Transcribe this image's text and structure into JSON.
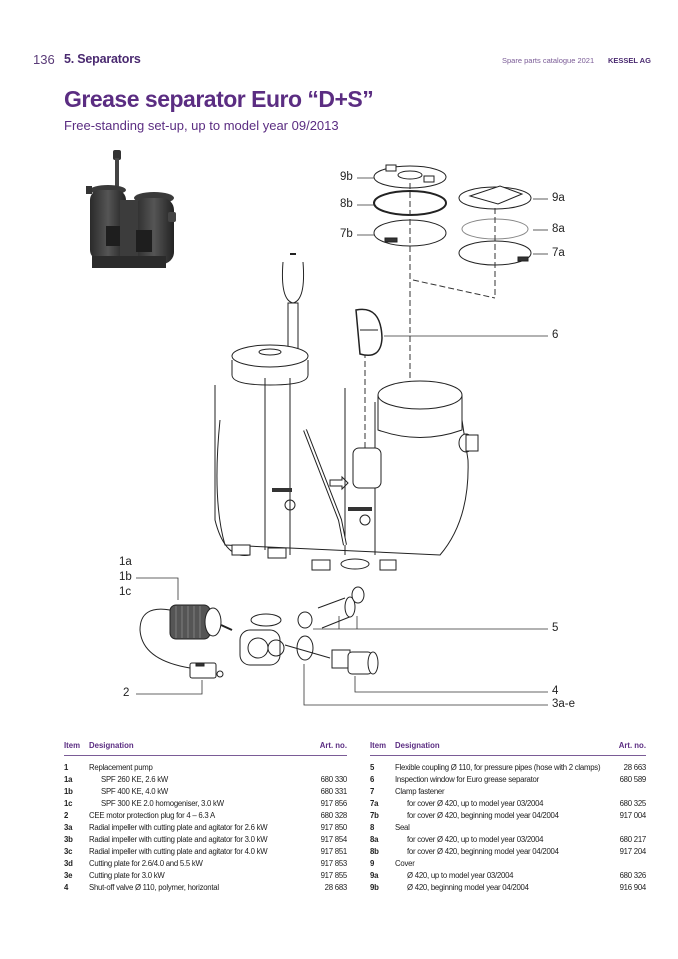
{
  "header": {
    "page_number": "136",
    "section": "5. Separators",
    "catalogue": "Spare parts catalogue 2021",
    "company": "KESSEL AG"
  },
  "title": "Grease separator Euro “D+S”",
  "subtitle": "Free-standing set-up, up to model year 09/2013",
  "diagram": {
    "callouts": {
      "c9b": "9b",
      "c8b": "8b",
      "c7b": "7b",
      "c9a": "9a",
      "c8a": "8a",
      "c7a": "7a",
      "c6": "6",
      "c1a": "1a",
      "c1b": "1b",
      "c1c": "1c",
      "c5": "5",
      "c2": "2",
      "c4": "4",
      "c3ae": "3a-e"
    }
  },
  "table_headers": {
    "item": "Item",
    "designation": "Designation",
    "art_no": "Art. no."
  },
  "parts_left": [
    {
      "item": "1",
      "designation": "Replacement pump",
      "art_no": "",
      "sub": false
    },
    {
      "item": "1a",
      "designation": "SPF 260 KE, 2.6 kW",
      "art_no": "680 330",
      "sub": true
    },
    {
      "item": "1b",
      "designation": "SPF 400 KE, 4.0 kW",
      "art_no": "680 331",
      "sub": true
    },
    {
      "item": "1c",
      "designation": "SPF 300 KE 2.0 homogeniser, 3.0 kW",
      "art_no": "917 856",
      "sub": true
    },
    {
      "item": "2",
      "designation": "CEE motor protection plug for 4 – 6.3 A",
      "art_no": "680 328",
      "sub": false
    },
    {
      "item": "3a",
      "designation": "Radial impeller with cutting plate and agitator for 2.6 kW",
      "art_no": "917 850",
      "sub": false
    },
    {
      "item": "3b",
      "designation": "Radial impeller with cutting plate and agitator for 3.0 kW",
      "art_no": "917 854",
      "sub": false
    },
    {
      "item": "3c",
      "designation": "Radial impeller with cutting plate and agitator for 4.0 kW",
      "art_no": "917 851",
      "sub": false
    },
    {
      "item": "3d",
      "designation": "Cutting plate for 2.6/4.0 and 5.5 kW",
      "art_no": "917 853",
      "sub": false
    },
    {
      "item": "3e",
      "designation": "Cutting plate for 3.0 kW",
      "art_no": "917 855",
      "sub": false
    },
    {
      "item": "4",
      "designation": "Shut-off valve Ø 110, polymer, horizontal",
      "art_no": "28 683",
      "sub": false
    }
  ],
  "parts_right": [
    {
      "item": "5",
      "designation": "Flexible coupling Ø 110, for pressure pipes (hose with 2 clamps)",
      "art_no": "28 663",
      "sub": false
    },
    {
      "item": "6",
      "designation": "Inspection window for Euro grease separator",
      "art_no": "680 589",
      "sub": false
    },
    {
      "item": "7",
      "designation": "Clamp fastener",
      "art_no": "",
      "sub": false
    },
    {
      "item": "7a",
      "designation": "for cover Ø 420, up to model year 03/2004",
      "art_no": "680 325",
      "sub": true
    },
    {
      "item": "7b",
      "designation": "for cover Ø 420, beginning model year 04/2004",
      "art_no": "917 004",
      "sub": true
    },
    {
      "item": "8",
      "designation": "Seal",
      "art_no": "",
      "sub": false
    },
    {
      "item": "8a",
      "designation": "for cover Ø 420, up to model year 03/2004",
      "art_no": "680 217",
      "sub": true
    },
    {
      "item": "8b",
      "designation": "for cover Ø 420, beginning model year 04/2004",
      "art_no": "917 204",
      "sub": true
    },
    {
      "item": "9",
      "designation": "Cover",
      "art_no": "",
      "sub": false
    },
    {
      "item": "9a",
      "designation": "Ø 420, up to model year 03/2004",
      "art_no": "680 326",
      "sub": true
    },
    {
      "item": "9b",
      "designation": "Ø 420, beginning model year 04/2004",
      "art_no": "916 904",
      "sub": true
    }
  ]
}
